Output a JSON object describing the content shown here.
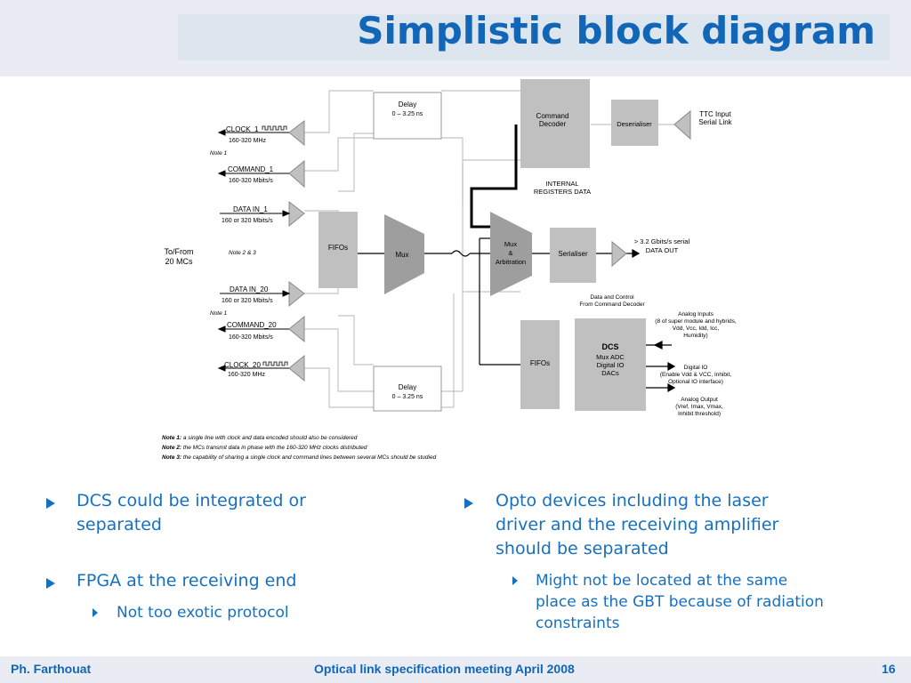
{
  "slide": {
    "title": "Simplistic block diagram",
    "page_number": "16"
  },
  "diagram": {
    "delay_top": {
      "line1": "Delay",
      "line2": "0 – 3.25 ns"
    },
    "delay_bottom": {
      "line1": "Delay",
      "line2": "0 – 3.25 ns"
    },
    "command_decoder": {
      "line1": "Command",
      "line2": "Decoder"
    },
    "deserialiser": "Deserialiser",
    "ttc_input": {
      "line1": "TTC Input",
      "line2": "Serial Link"
    },
    "clock_1": {
      "name": "CLOCK_1",
      "freq": "160-320 MHz"
    },
    "note1_top": "Note 1",
    "command_1": {
      "name": "COMMAND_1",
      "rate": "160-320 Mbits/s"
    },
    "internal_registers": {
      "line1": "INTERNAL",
      "line2": "REGISTERS DATA"
    },
    "data_in_1": {
      "name": "DATA IN_1",
      "rate": "160 or 320 Mbits/s"
    },
    "fifos_main": "FIFOs",
    "mux": "Mux",
    "mux_arb": {
      "line1": "Mux",
      "line2": "&",
      "line3": "Arbitration"
    },
    "serialiser": "Serialiser",
    "serial_out": {
      "line1": "> 3.2 Gbits/s serial",
      "line2": "DATA OUT"
    },
    "to_from": {
      "line1": "To/From",
      "line2": "20 MCs"
    },
    "note23": "Note 2 & 3",
    "data_in_20": {
      "name": "DATA IN_20",
      "rate": "160 or 320 Mbits/s"
    },
    "data_control": {
      "line1": "Data and Control",
      "line2": "From Command Decoder"
    },
    "note1_bottom": "Note 1",
    "analog_inputs": {
      "line1": "Analog Inputs",
      "line2": "(8 of super module and hybrids,",
      "line3": "Vdd, Vcc, Idd, Icc,",
      "line4": "Humidity)"
    },
    "command_20": {
      "name": "COMMAND_20",
      "rate": "160-320 Mbits/s"
    },
    "dcs": {
      "line1": "DCS",
      "line2": "Mux ADC",
      "line3": "Digital IO",
      "line4": "DACs"
    },
    "fifos_dcs": "FIFOs",
    "clock_20": {
      "name": "CLOCK_20",
      "freq": "160-320 MHz"
    },
    "digital_io": {
      "line1": "Digital IO",
      "line2": "(Enable Vdd & VCC, Inhibit,",
      "line3": "Optional IO interface)"
    },
    "analog_output": {
      "line1": "Analog Output",
      "line2": "(Vref, Imax, Vmax,",
      "line3": "Inhibit threshold)"
    },
    "notes": [
      {
        "label": "Note 1:",
        "text": " a single line with clock and data encoded should also be considered"
      },
      {
        "label": "Note 2:",
        "text": " the MCs transmit data in phase with the 160-320 MHz clocks distributed"
      },
      {
        "label": "Note 3:",
        "text": " the capability of sharing a single clock and command lines between several MCs should be studied"
      }
    ]
  },
  "bullets": {
    "left": [
      {
        "text1": "DCS could be integrated or",
        "text2": "separated"
      },
      {
        "text1": "FPGA at the receiving end"
      }
    ],
    "left_sub": "Not too exotic protocol",
    "right": {
      "text1": "Opto devices including the laser",
      "text2": "driver and the receiving amplifier",
      "text3": "should be separated"
    },
    "right_sub": {
      "text1": "Might not be located at the same",
      "text2": "place as the GBT because of radiation",
      "text3": "constraints"
    }
  },
  "footer": {
    "author": "Ph. Farthouat",
    "meeting": "Optical link specification meeting April 2008"
  },
  "colors": {
    "title": "#1166b8",
    "bullet_text": "#1670c0",
    "block_fill": "#c0c0c0",
    "header_bg": "#e9edf3"
  }
}
